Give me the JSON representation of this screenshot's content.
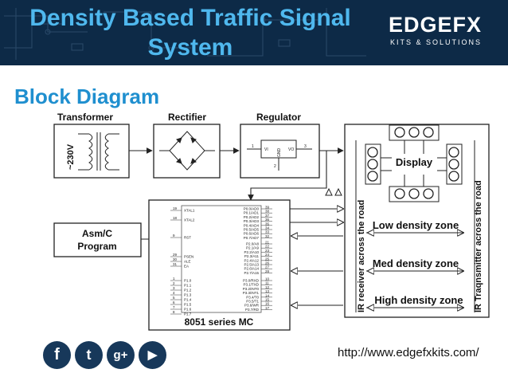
{
  "banner": {
    "title_line1": "Density Based Traffic Signal",
    "title_line2": "System",
    "logo_main": "EDGEFX",
    "logo_sub": "KITS & SOLUTIONS"
  },
  "section_title": "Block Diagram",
  "diagram": {
    "transformer_label": "Transformer",
    "transformer_voltage": "~230V",
    "rectifier_label": "Rectifier",
    "regulator_label": "Regulator",
    "regulator_pins": {
      "vi": "VI",
      "vo": "VO",
      "gnd": "GND",
      "pin1": "1",
      "pin3": "3",
      "pin2": "2"
    },
    "asmc_line1": "Asm/C",
    "asmc_line2": "Program",
    "mc_label": "8051 series MC",
    "mc_left_pins": [
      {
        "num": "19",
        "name": "XTAL1"
      },
      {
        "num": "18",
        "name": "XTAL2"
      },
      {
        "num": "9",
        "name": "RST"
      },
      {
        "num": "29",
        "name": "PSEN"
      },
      {
        "num": "30",
        "name": "ALE"
      },
      {
        "num": "31",
        "name": "EA"
      },
      {
        "num": "1",
        "name": "P1.0"
      },
      {
        "num": "2",
        "name": "P1.1"
      },
      {
        "num": "3",
        "name": "P1.2"
      },
      {
        "num": "4",
        "name": "P1.3"
      },
      {
        "num": "5",
        "name": "P1.4"
      },
      {
        "num": "6",
        "name": "P1.5"
      },
      {
        "num": "7",
        "name": "P1.6"
      },
      {
        "num": "8",
        "name": "P1.7"
      }
    ],
    "mc_right_pins": [
      {
        "num": "39",
        "name": "P0.0/AD0"
      },
      {
        "num": "38",
        "name": "P0.1/AD1"
      },
      {
        "num": "37",
        "name": "P0.2/AD2"
      },
      {
        "num": "36",
        "name": "P0.3/AD3"
      },
      {
        "num": "35",
        "name": "P0.4/AD4"
      },
      {
        "num": "34",
        "name": "P0.5/AD5"
      },
      {
        "num": "33",
        "name": "P0.6/AD6"
      },
      {
        "num": "32",
        "name": "P0.7/AD7"
      },
      {
        "num": "21",
        "name": "P2.0/A8"
      },
      {
        "num": "22",
        "name": "P2.1/A9"
      },
      {
        "num": "23",
        "name": "P2.2/A10"
      },
      {
        "num": "24",
        "name": "P2.3/A11"
      },
      {
        "num": "25",
        "name": "P2.4/A12"
      },
      {
        "num": "26",
        "name": "P2.5/A13"
      },
      {
        "num": "27",
        "name": "P2.6/A14"
      },
      {
        "num": "28",
        "name": "P2.7/A15"
      },
      {
        "num": "10",
        "name": "P3.0/RXD"
      },
      {
        "num": "11",
        "name": "P3.1/TXD"
      },
      {
        "num": "12",
        "name": "P3.2/INT0"
      },
      {
        "num": "13",
        "name": "P3.3/INT1"
      },
      {
        "num": "14",
        "name": "P3.4/T0"
      },
      {
        "num": "15",
        "name": "P3.5/T1"
      },
      {
        "num": "16",
        "name": "P3.6/WR"
      },
      {
        "num": "17",
        "name": "P3.7/RD"
      }
    ],
    "display_label": "Display",
    "low_zone": "Low density zone",
    "med_zone": "Med density zone",
    "high_zone": "High density zone",
    "ir_receiver": "IR receiver across the road",
    "ir_transmitter": "IR Traqnsmitter across the road"
  },
  "social_icons": [
    "facebook-icon",
    "twitter-icon",
    "google-plus-icon",
    "play-icon"
  ],
  "social_glyphs": {
    "facebook": "f",
    "twitter": "t",
    "gplus": "g+",
    "play": "▶"
  },
  "url": "http://www.edgefxkits.com/",
  "colors": {
    "banner_bg": "#0d2a47",
    "title_blue": "#4fb8ee",
    "section_blue": "#1f8fcf",
    "social_bg": "#17385a"
  }
}
